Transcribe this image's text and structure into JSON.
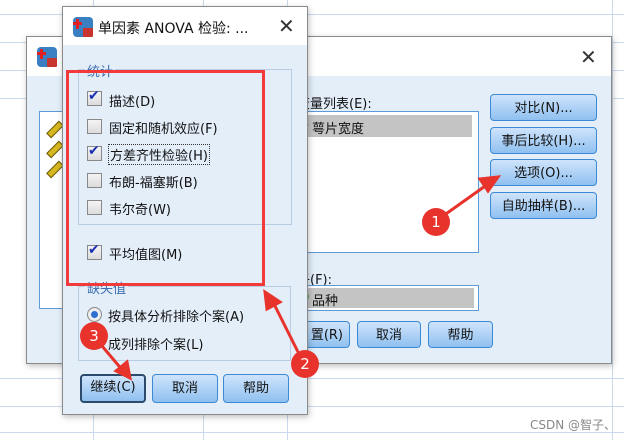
{
  "back_dialog": {
    "variable_list_label": "变量列表(E):",
    "variable_item": "萼片宽度",
    "factor_label": "子(F):",
    "factor_item": "品种",
    "buttons": {
      "contrast": "对比(N)...",
      "post_hoc": "事后比较(H)...",
      "options": "选项(O)...",
      "bootstrap": "自助抽样(B)..."
    },
    "bottom_buttons": {
      "reset": "置(R)",
      "cancel": "取消",
      "help": "帮助"
    }
  },
  "front_dialog": {
    "title": "单因素 ANOVA 检验: ...",
    "statistics_group": "统计",
    "checkboxes": [
      {
        "label": "描述(D)",
        "checked": true
      },
      {
        "label": "固定和随机效应(F)",
        "checked": false
      },
      {
        "label": "方差齐性检验(H)",
        "checked": true
      },
      {
        "label": "布朗-福塞斯(B)",
        "checked": false
      },
      {
        "label": "韦尔奇(W)",
        "checked": false
      }
    ],
    "means_plot": {
      "label": "平均值图(M)",
      "checked": true
    },
    "missing_group": "缺失值",
    "radios": [
      {
        "label": "按具体分析排除个案(A)",
        "selected": true
      },
      {
        "label": "成列排除个案(L)",
        "selected": false
      }
    ],
    "buttons": {
      "continue": "继续(C)",
      "cancel": "取消",
      "help": "帮助"
    }
  },
  "annotations": [
    "1",
    "2",
    "3"
  ],
  "watermark": "CSDN @智子、",
  "colors": {
    "annotation": "#e8322c",
    "dialog_bg": "#e3eef9",
    "button_border": "#3c8ad6"
  }
}
